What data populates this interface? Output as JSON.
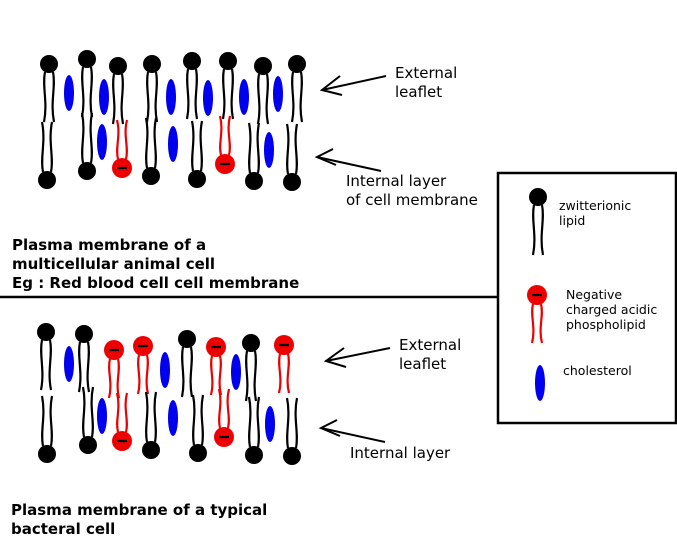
{
  "colors": {
    "zwitterionic": "#000000",
    "acidic": "#ee0000",
    "cholesterol": "#0000ee",
    "divider": "#000000"
  },
  "top_panel": {
    "external_label": [
      "External",
      "leaflet"
    ],
    "internal_label": [
      "Internal layer",
      "of cell membrane"
    ],
    "caption": [
      "Plasma membrane of a",
      "multicellular animal cell",
      "Eg : Red blood cell cell membrane"
    ]
  },
  "bottom_panel": {
    "external_label": [
      "External",
      "leaflet"
    ],
    "internal_label": [
      "Internal layer"
    ],
    "caption": [
      "Plasma membrane of a typical",
      "bacteral cell"
    ]
  },
  "legend": {
    "zwitterionic": [
      "zwitterionic",
      "lipid"
    ],
    "acidic": [
      "Negative",
      "charged acidic",
      "phospholipid"
    ],
    "cholesterol": [
      "cholesterol"
    ]
  }
}
